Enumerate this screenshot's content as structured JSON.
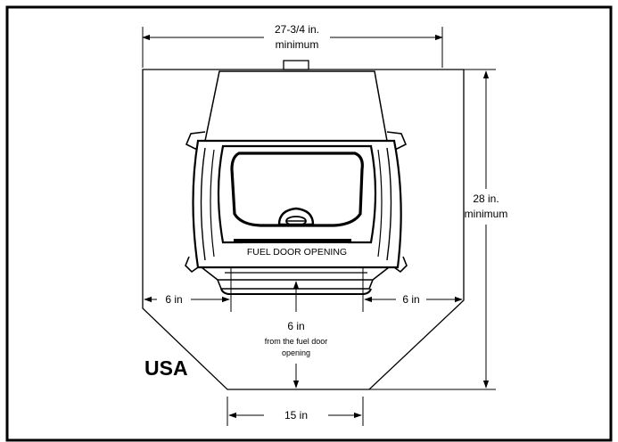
{
  "width_label": {
    "line1": "27-3/4 in.",
    "line2": "minimum"
  },
  "depth_label": {
    "line1": "28 in.",
    "line2": "minimum"
  },
  "fuel_door_label": "FUEL DOOR OPENING",
  "left_side_label": "6 in",
  "right_side_label": "6 in",
  "front_label": {
    "line1": "6 in",
    "line2": "from the fuel door",
    "line3": "opening"
  },
  "bottom_label": "15 in",
  "region_label": "USA"
}
